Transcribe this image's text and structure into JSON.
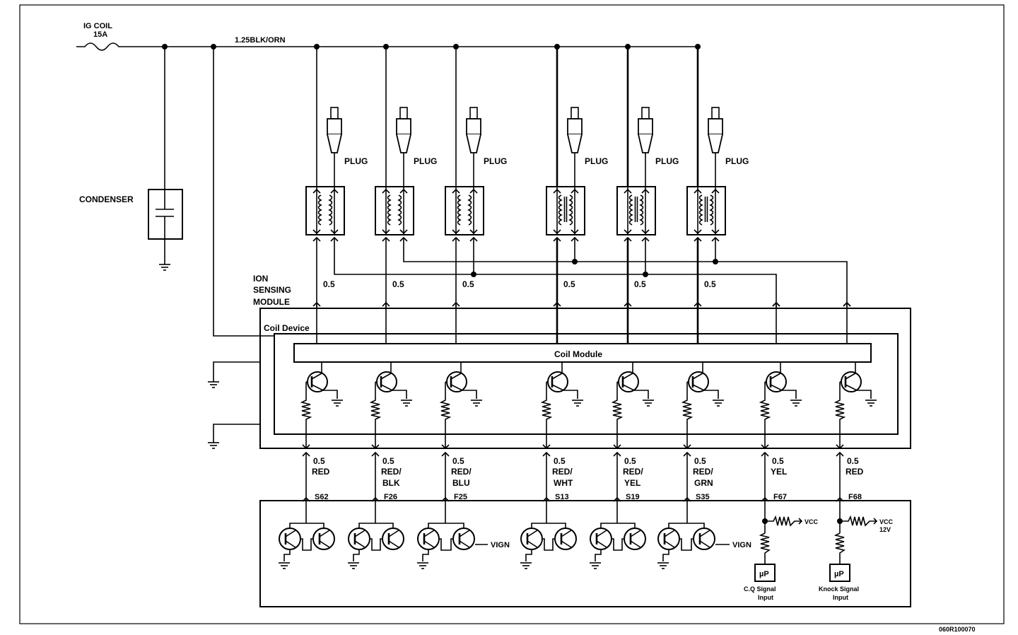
{
  "fuse": {
    "label": "IG COIL",
    "rating": "15A"
  },
  "main_wire": "1.25BLK/ORN",
  "condenser": "CONDENSER",
  "plug_label": "PLUG",
  "ion_label": [
    "ION",
    "SENSING",
    "MODULE"
  ],
  "coil_device": "Coil Device",
  "coil_module": "Coil Module",
  "top_gauge": "0.5",
  "wires": [
    {
      "gauge": "0.5",
      "color": [
        "RED"
      ],
      "pin": "S62"
    },
    {
      "gauge": "0.5",
      "color": [
        "RED/",
        "BLK"
      ],
      "pin": "F26"
    },
    {
      "gauge": "0.5",
      "color": [
        "RED/",
        "BLU"
      ],
      "pin": "F25"
    },
    {
      "gauge": "0.5",
      "color": [
        "RED/",
        "WHT"
      ],
      "pin": "S13"
    },
    {
      "gauge": "0.5",
      "color": [
        "RED/",
        "YEL"
      ],
      "pin": "S19"
    },
    {
      "gauge": "0.5",
      "color": [
        "RED/",
        "GRN"
      ],
      "pin": "S35"
    },
    {
      "gauge": "0.5",
      "color": [
        "YEL"
      ],
      "pin": "F67"
    },
    {
      "gauge": "0.5",
      "color": [
        "RED"
      ],
      "pin": "F68"
    }
  ],
  "vign": "VIGN",
  "vcc": "VCC",
  "vcc12": [
    "VCC",
    "12V"
  ],
  "up": "µP",
  "cq_input": [
    "C.Q Signal",
    "Input"
  ],
  "knock_input": [
    "Knock Signal",
    "Input"
  ],
  "doc_code": "060R100070"
}
